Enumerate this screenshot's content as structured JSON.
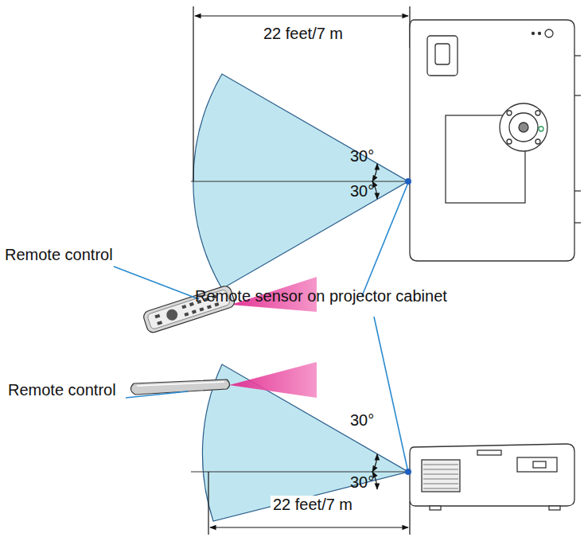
{
  "diagram": {
    "labels": [
      "22 feet/7 m",
      "30°",
      "30°",
      "Remote control",
      "Remote sensor on projector cabinet",
      "Remote control",
      "30°",
      "30°",
      "22 feet/7 m"
    ]
  }
}
